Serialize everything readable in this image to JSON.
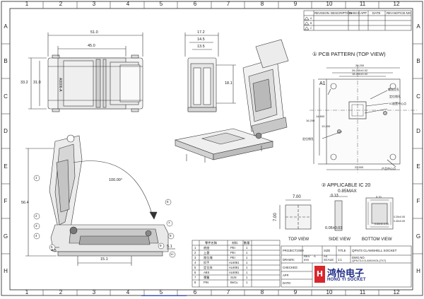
{
  "zones": {
    "columns": [
      "1",
      "2",
      "3",
      "4",
      "5",
      "6",
      "7",
      "8",
      "9",
      "10",
      "11",
      "12"
    ],
    "rows": [
      "A",
      "B",
      "C",
      "D",
      "E",
      "F",
      "G",
      "H"
    ]
  },
  "revision_block": {
    "headers": [
      "REVISION",
      "DESCRIPTION",
      "CHECK",
      "APP",
      "DATE",
      "REV.NOTICE.NO"
    ],
    "rows": [
      "A",
      "B",
      "C"
    ]
  },
  "front_view": {
    "width_dims": [
      "51.0",
      "45.0"
    ],
    "height_dims": [
      "33.2",
      "31.0"
    ],
    "body_text": "A0006-A"
  },
  "side_view": {
    "dims": [
      "17.2",
      "14.5",
      "13.5",
      "18.1"
    ]
  },
  "pcb_pattern": {
    "title": "① PCB PATTERN (TOP VIEW)",
    "a1_label": "A1",
    "top_dims": [
      "28.200",
      "26.200±0.02",
      "18.200±0.02"
    ],
    "left_dims": [
      "16.200",
      "14.800",
      "13.200"
    ],
    "bottom_dim": "22.500",
    "notes": [
      "螺丝过孔",
      "定位销孔",
      "IC放置中心点",
      "定位销孔",
      "产品中心点"
    ]
  },
  "applicable_ic": {
    "title": "② APPLICABLE IC 20",
    "max_label": "0.85MAX",
    "dims": [
      "7.00",
      "7.00",
      "0.13",
      "0.05±0.03",
      "5.70",
      "0.65×6=3.90",
      "0.25±0.05",
      "0.30±0.05"
    ],
    "views": [
      "TOP VIEW",
      "SIDE VIEW",
      "BOTTOM VIEW"
    ]
  },
  "open_view": {
    "angle": "100.00°",
    "dims": [
      "56.4",
      "4.5",
      "15.1",
      "5.1"
    ],
    "callouts": [
      "1",
      "2",
      "3",
      "4",
      "5",
      "6",
      "7",
      "8",
      "9",
      "10"
    ]
  },
  "parts_list": {
    "headers": [
      "零件名稱",
      "材料",
      "數量"
    ],
    "rows": [
      {
        "no": "1",
        "name": "底座",
        "mat": "PEI",
        "qty": "1"
      },
      {
        "no": "2",
        "name": "上蓋",
        "mat": "PEI",
        "qty": "1"
      },
      {
        "no": "3",
        "name": "限位塊",
        "mat": "PEI",
        "qty": "1"
      },
      {
        "no": "4",
        "name": "扣手",
        "mat": "AL6061",
        "qty": "1"
      },
      {
        "no": "5",
        "name": "定位块",
        "mat": "AL6061",
        "qty": "1"
      },
      {
        "no": "6",
        "name": "ABS",
        "mat": "AL6061",
        "qty": "1"
      },
      {
        "no": "7",
        "name": "彈簧",
        "mat": "SUS",
        "qty": "1"
      },
      {
        "no": "8",
        "name": "PIN",
        "mat": "BeCu",
        "qty": "1"
      }
    ]
  },
  "title_block": {
    "project": "PROJECT:2009",
    "title_label": "TITLE",
    "title_value": "QFN73 CLAMSHELL SOCKET",
    "rev_label": "REV",
    "rev_value": "A",
    "size_label": "SIZE",
    "size_value": "A4",
    "drawn_label": "DRAWN:",
    "checked_label": "CHECKED:",
    "unit_label": "mm",
    "scale_label": "SCALE:",
    "scale_value": "1:1",
    "dwg_label": "DWG.NO.",
    "dwg_value": "QFN73-0.5-A001KOL(7X7)",
    "app_label": "APP.",
    "date_label": "DATE:"
  },
  "company": {
    "name": "鸿怡电子",
    "name_en": "HONG YI SOCKET",
    "mark": "H"
  }
}
